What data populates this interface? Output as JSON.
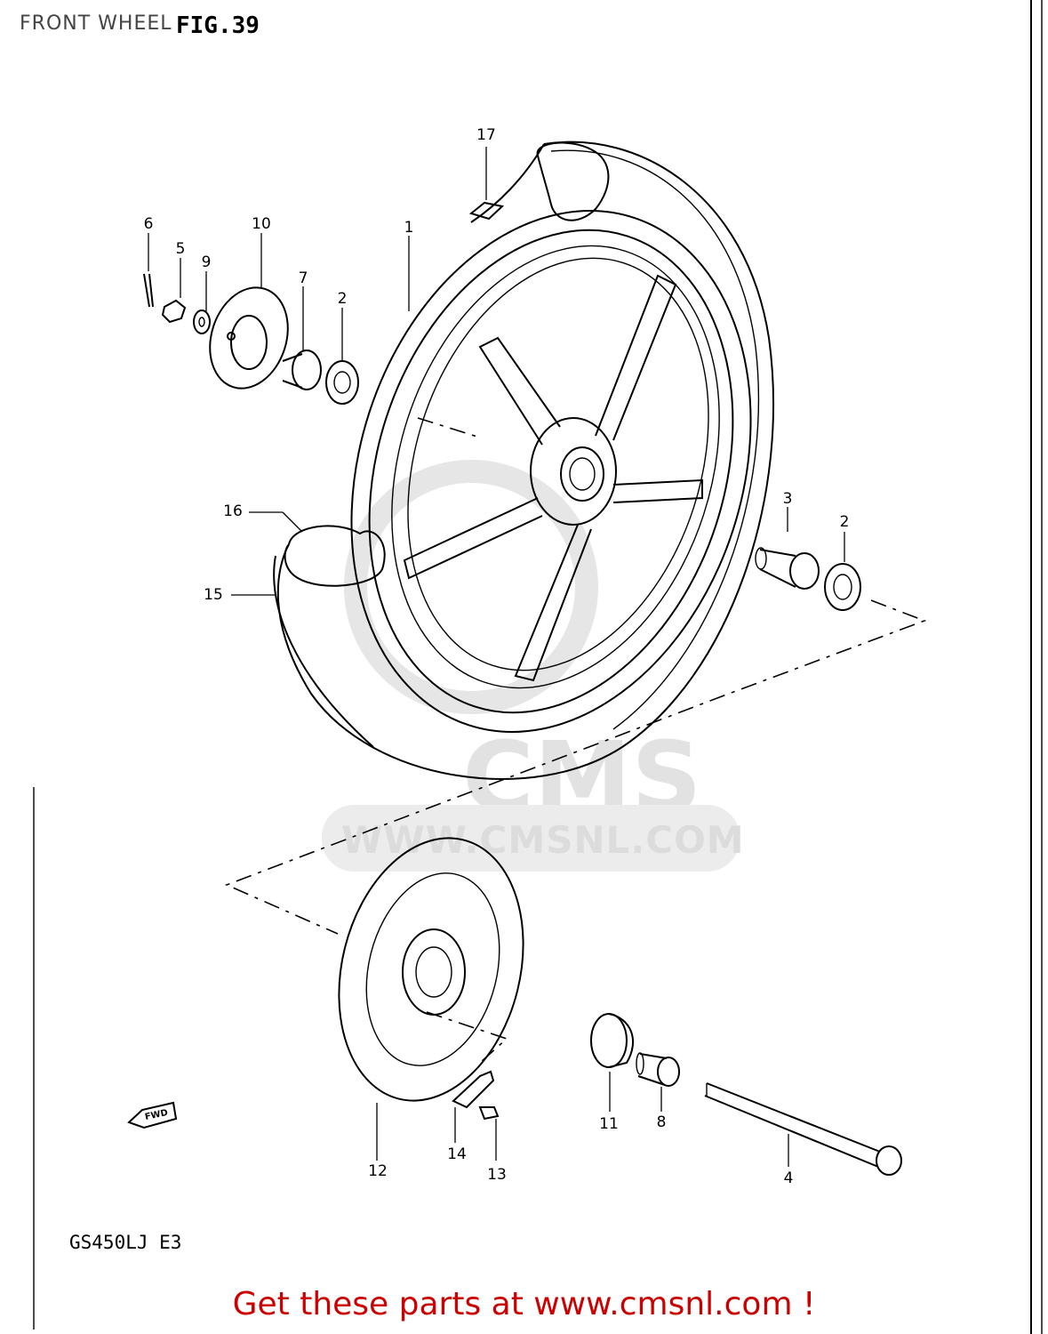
{
  "header": {
    "title": "FRONT WHEEL",
    "figure": "FIG.39"
  },
  "model_code": "GS450LJ E3",
  "footer_text": "Get these parts at www.cmsnl.com !",
  "watermark": {
    "brand": "CMS",
    "url": "WWW.CMSNL.COM"
  },
  "fwd_label": "FWD",
  "callouts": {
    "c1": "1",
    "c2a": "2",
    "c2b": "2",
    "c3": "3",
    "c4": "4",
    "c5": "5",
    "c6": "6",
    "c7": "7",
    "c8": "8",
    "c9": "9",
    "c10": "10",
    "c11": "11",
    "c12": "12",
    "c13": "13",
    "c14": "14",
    "c15": "15",
    "c16": "16",
    "c17": "17"
  },
  "colors": {
    "ink": "#000000",
    "footer": "#cc0000",
    "watermark": "#dcdcdc"
  }
}
